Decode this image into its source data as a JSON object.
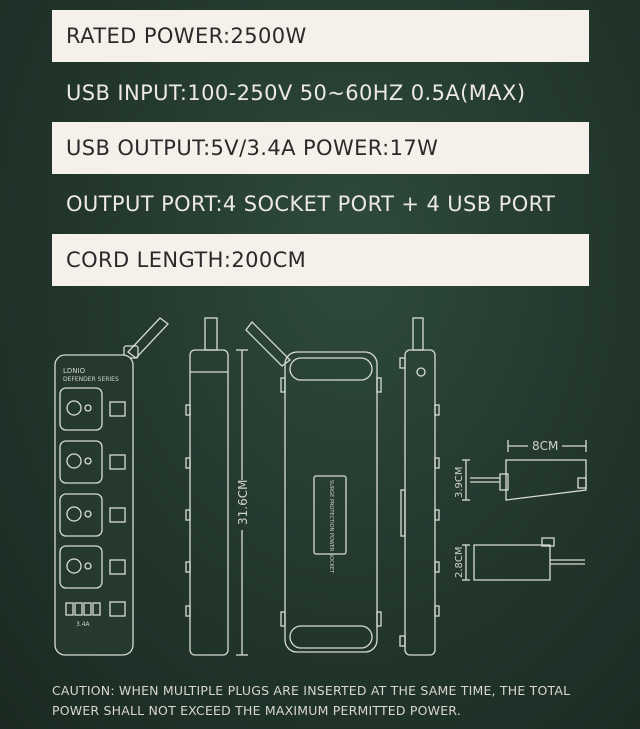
{
  "specs": [
    {
      "text": "RATED POWER:2500W",
      "style": "light"
    },
    {
      "text": "USB INPUT:100-250V  50~60HZ 0.5A(MAX)",
      "style": "dark"
    },
    {
      "text": "USB OUTPUT:5V/3.4A  POWER:17W",
      "style": "light"
    },
    {
      "text": "OUTPUT PORT:4 SOCKET PORT + 4 USB PORT",
      "style": "dark"
    },
    {
      "text": "CORD LENGTH:200CM",
      "style": "light"
    }
  ],
  "diagram": {
    "brand": "LDNIO",
    "series": "DEFENDER SERIES",
    "length_label": "31.6CM",
    "width_label": "8CM",
    "height_large_label": "3.9CM",
    "height_small_label": "2.8CM",
    "usb_label": "3.4A",
    "back_label_title": "SURGE PROTECTION POWER SOCKET"
  },
  "caution": {
    "text": "CAUTION: WHEN MULTIPLE PLUGS ARE INSERTED AT THE SAME TIME, THE TOTAL POWER SHALL NOT EXCEED THE MAXIMUM PERMITTED POWER."
  },
  "colors": {
    "panel_light": "#f6f0ea",
    "background": "#22362c",
    "line_art": "#d8dcd4"
  }
}
